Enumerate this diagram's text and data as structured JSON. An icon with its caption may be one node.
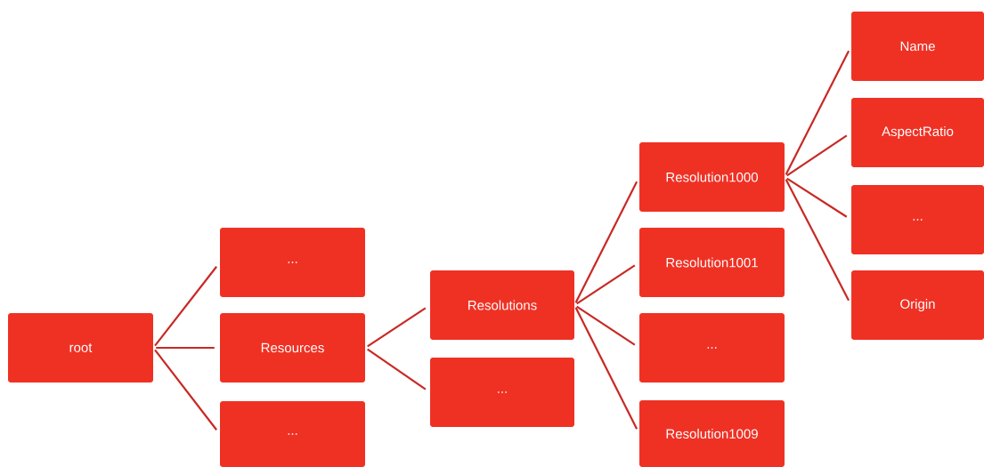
{
  "diagram": {
    "nodes": [
      {
        "text": [
          "root"
        ]
      },
      {
        "text": [
          "..."
        ]
      },
      {
        "text": [
          "Resources"
        ]
      },
      {
        "text": [
          "..."
        ]
      },
      {
        "text": [
          "Resolutions"
        ]
      },
      {
        "text": [
          "..."
        ]
      },
      {
        "text": [
          "Resolution1000"
        ]
      },
      {
        "text": [
          "Resolution1001"
        ]
      },
      {
        "text": [
          "..."
        ]
      },
      {
        "text": [
          "Resolution1009"
        ]
      },
      {
        "text": [
          "Name"
        ]
      },
      {
        "text": [
          "AspectRatio"
        ]
      },
      {
        "text": [
          "..."
        ]
      },
      {
        "text": [
          "Origin"
        ]
      }
    ],
    "edges": [
      {
        "from": 0,
        "to": 1,
        "arrow": "none"
      },
      {
        "from": 0,
        "to": 2,
        "arrow": "none"
      },
      {
        "from": 0,
        "to": 3,
        "arrow": "none"
      },
      {
        "from": 2,
        "to": 4,
        "arrow": "none"
      },
      {
        "from": 2,
        "to": 5,
        "arrow": "none"
      },
      {
        "from": 4,
        "to": 6,
        "arrow": "none"
      },
      {
        "from": 4,
        "to": 7,
        "arrow": "none"
      },
      {
        "from": 4,
        "to": 8,
        "arrow": "none"
      },
      {
        "from": 4,
        "to": 9,
        "arrow": "none"
      },
      {
        "from": 6,
        "to": 10,
        "arrow": "none"
      },
      {
        "from": 6,
        "to": 11,
        "arrow": "none"
      },
      {
        "from": 6,
        "to": 12,
        "arrow": "none"
      },
      {
        "from": 6,
        "to": 13,
        "arrow": "none"
      }
    ]
  }
}
